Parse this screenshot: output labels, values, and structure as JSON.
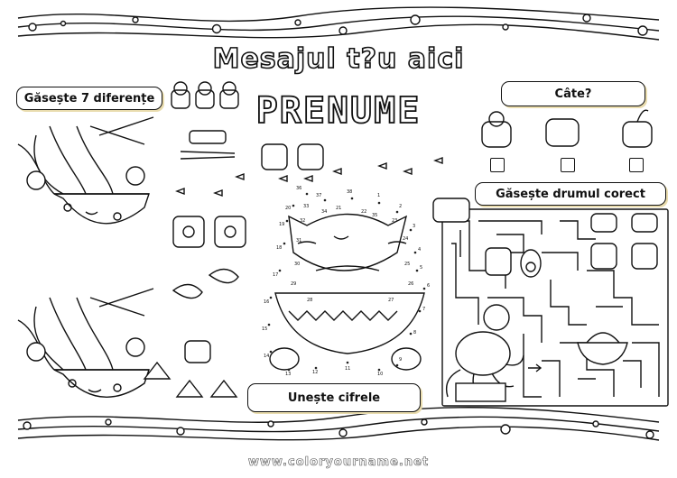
{
  "header": {
    "message": "Mesajul t?u aici",
    "name": "PRENUME"
  },
  "sections": {
    "differences": "Găsește 7 diferențe",
    "count": "Câte?",
    "maze": "Găsește drumul corect",
    "connect_dots": "Unește cifrele"
  },
  "dot_numbers": [
    "36",
    "37",
    "38",
    "1",
    "2",
    "3",
    "4",
    "5",
    "6",
    "7",
    "8",
    "9",
    "10",
    "11",
    "12",
    "13",
    "14",
    "15",
    "16",
    "17",
    "18",
    "19",
    "20",
    "21",
    "22",
    "23",
    "24",
    "25",
    "26",
    "27",
    "28",
    "29",
    "30",
    "31",
    "32",
    "33",
    "34",
    "35"
  ],
  "footer": {
    "watermark": "www.coloryourname.net"
  },
  "icons": [
    "sushi-roll-icon",
    "nigiri-shrimp-icon",
    "onigiri-icon",
    "shrimp-icon",
    "fish-icon",
    "chopsticks-icon",
    "noodle-bowl-icon",
    "cat-icon",
    "octopus-chef-icon",
    "avocado-icon",
    "wasabi-bowl-icon"
  ]
}
